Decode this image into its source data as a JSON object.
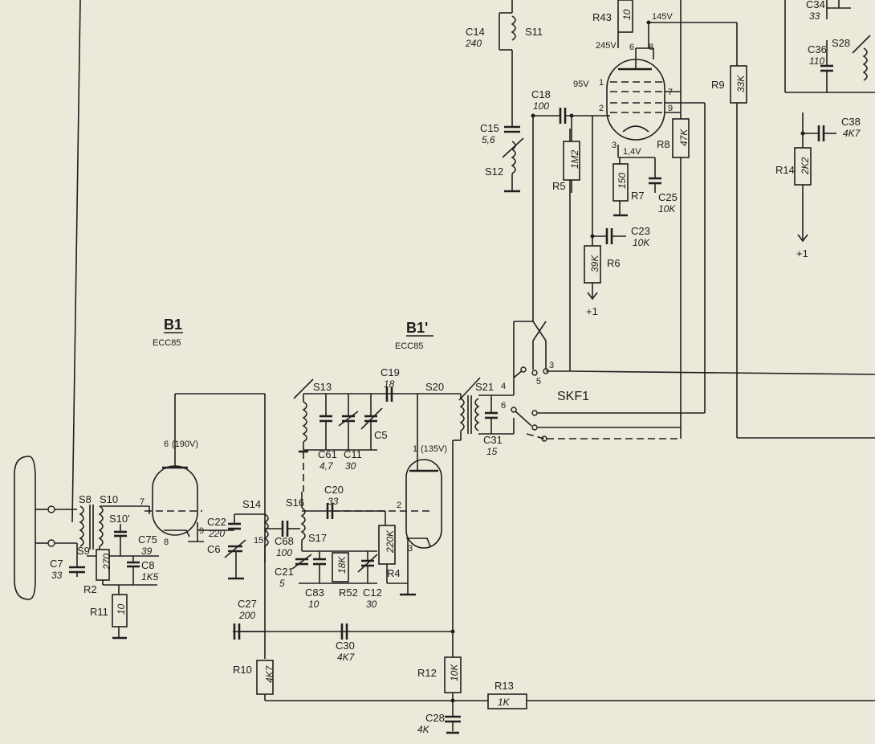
{
  "tubes": {
    "b1_name": "B1",
    "b1_type": "ECC85",
    "b1_prime_name": "B1'",
    "b1_prime_type": "ECC85",
    "b1_plate_voltage": "(190V)",
    "b1_prime_plate_voltage": "(135V)",
    "b1_pin_anode": "6",
    "b1_pin_grid": "7",
    "b1_pin_cathode": "8",
    "b1_pin_heater": "9",
    "b1p_pin_anode": "1",
    "b1p_pin_grid": "2",
    "b1p_pin_cathode": "3"
  },
  "pentode": {
    "pin1": "1",
    "pin2": "2",
    "pin3": "3",
    "pin6": "6",
    "pin7": "7",
    "pin8": "8",
    "pin9": "9",
    "v_245": "245V",
    "v_95": "95V",
    "v_145": "145V",
    "v_1_4": "1,4V"
  },
  "switch": {
    "name": "SKF1",
    "pos3": "3",
    "pos4": "4",
    "pos5": "5",
    "pos6": "6"
  },
  "resistors": {
    "r2": "R2",
    "r2_val": "270",
    "r11": "R11",
    "r11_val": "10",
    "r10": "R10",
    "r10_val": "4K7",
    "r52": "R52",
    "r52_val": "18K",
    "r4": "R4",
    "r4_val": "220K",
    "r12": "R12",
    "r12_val": "10K",
    "r13": "R13",
    "r13_val": "1K",
    "r5": "R5",
    "r5_val": "1M2",
    "r6": "R6",
    "r6_val": "39K",
    "r7": "R7",
    "r7_val": "150",
    "r8": "R8",
    "r8_val": "47K",
    "r43": "R43",
    "r43_val": "10",
    "r9": "R9",
    "r9_val": "33K",
    "r14": "R14",
    "r14_val": "2K2"
  },
  "capacitors": {
    "c7": "C7",
    "c7_val": "33",
    "c75": "C75",
    "c75_val": "39",
    "c8": "C8",
    "c8_val": "1K5",
    "c22": "C22",
    "c22_val": "220",
    "c6": "C6",
    "c68": "C68",
    "c68_val": "100",
    "c21": "C21",
    "c21_val": "5",
    "c83": "C83",
    "c83_val": "10",
    "c12": "C12",
    "c12_val": "30",
    "c20": "C20",
    "c20_val": "33",
    "c61": "C61",
    "c61_val": "4,7",
    "c11": "C11",
    "c11_val": "30",
    "c5": "C5",
    "c19": "C19",
    "c19_val": "18",
    "c31": "C31",
    "c31_val": "15",
    "c27": "C27",
    "c27_val": "200",
    "c30": "C30",
    "c30_val": "4K7",
    "c28": "C28",
    "c28_val": "4K",
    "c14": "C14",
    "c14_val": "240",
    "c15": "C15",
    "c15_val": "5,6",
    "c18": "C18",
    "c18_val": "100",
    "c23": "C23",
    "c23_val": "10K",
    "c25": "C25",
    "c25_val": "10K",
    "c34": "C34",
    "c34_val": "33",
    "c36": "C36",
    "c36_val": "110",
    "c38": "C38",
    "c38_val": "4K7"
  },
  "coils": {
    "s8": "S8",
    "s9": "S9",
    "s10": "S10",
    "s10p": "S10'",
    "s14": "S14",
    "s15": "15",
    "s16": "S16",
    "s17": "S17",
    "s13": "S13",
    "s20": "S20",
    "s21": "S21",
    "s11": "S11",
    "s12": "S12",
    "s28": "S28"
  },
  "supply": {
    "plus1_a": "+1",
    "plus1_b": "+1"
  }
}
